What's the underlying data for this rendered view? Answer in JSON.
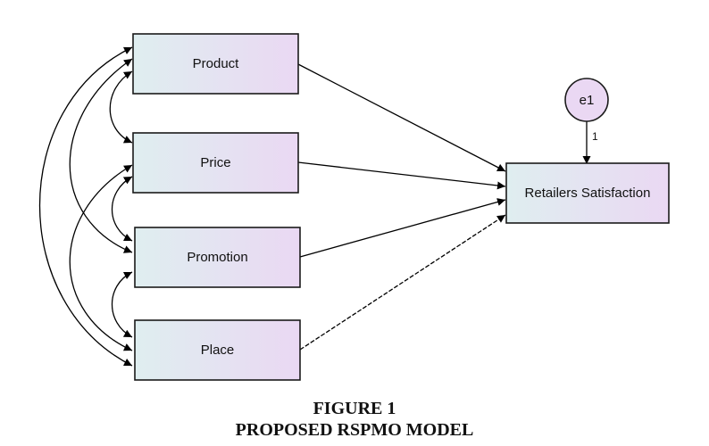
{
  "diagram": {
    "nodes": {
      "product": "Product",
      "price": "Price",
      "promotion": "Promotion",
      "place": "Place",
      "outcome": "Retailers Satisfaction",
      "error": "e1"
    },
    "error_path_label": "1",
    "colors": {
      "box_gradient_start": "#dfeef0",
      "box_gradient_end": "#ead8f3",
      "error_fill": "#ead8f3",
      "stroke": "#1a1a1a"
    }
  },
  "caption": {
    "line1": "FIGURE 1",
    "line2": "PROPOSED RSPMO MODEL"
  }
}
